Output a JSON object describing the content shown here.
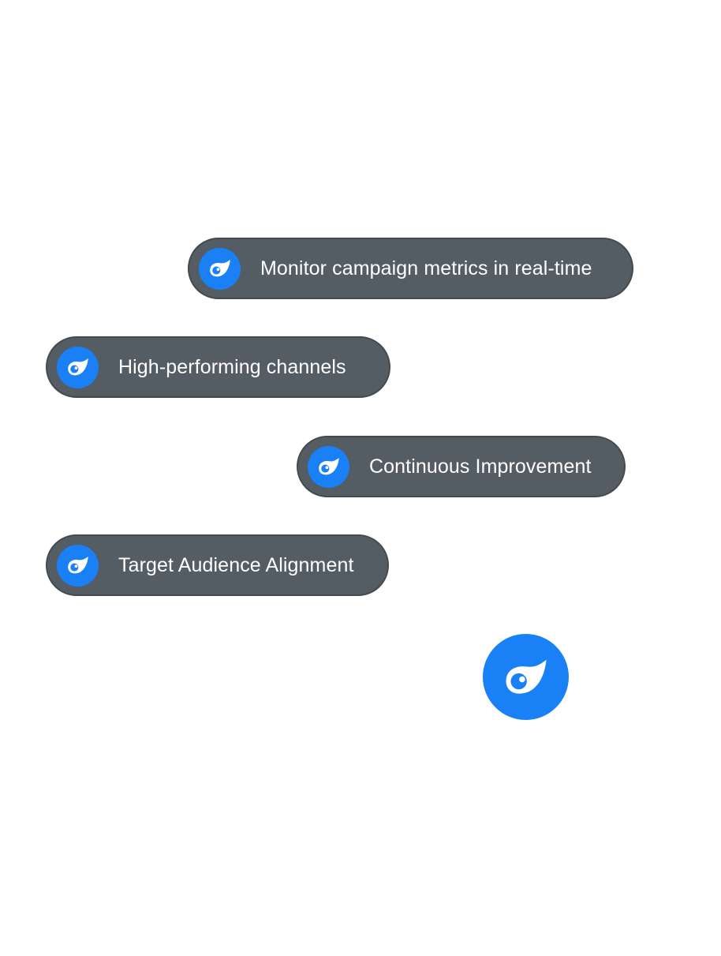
{
  "items": [
    {
      "label": "Monitor campaign metrics in real-time",
      "icon": "eye-drop-logo-icon"
    },
    {
      "label": "High-performing channels",
      "icon": "eye-drop-logo-icon"
    },
    {
      "label": "Continuous Improvement",
      "icon": "eye-drop-logo-icon"
    },
    {
      "label": "Target Audience Alignment",
      "icon": "eye-drop-logo-icon"
    }
  ],
  "launcher": {
    "icon": "eye-drop-logo-icon"
  },
  "colors": {
    "pill_background": "#545c64",
    "pill_border": "#434a51",
    "accent": "#1a80f5",
    "text": "#ffffff"
  }
}
